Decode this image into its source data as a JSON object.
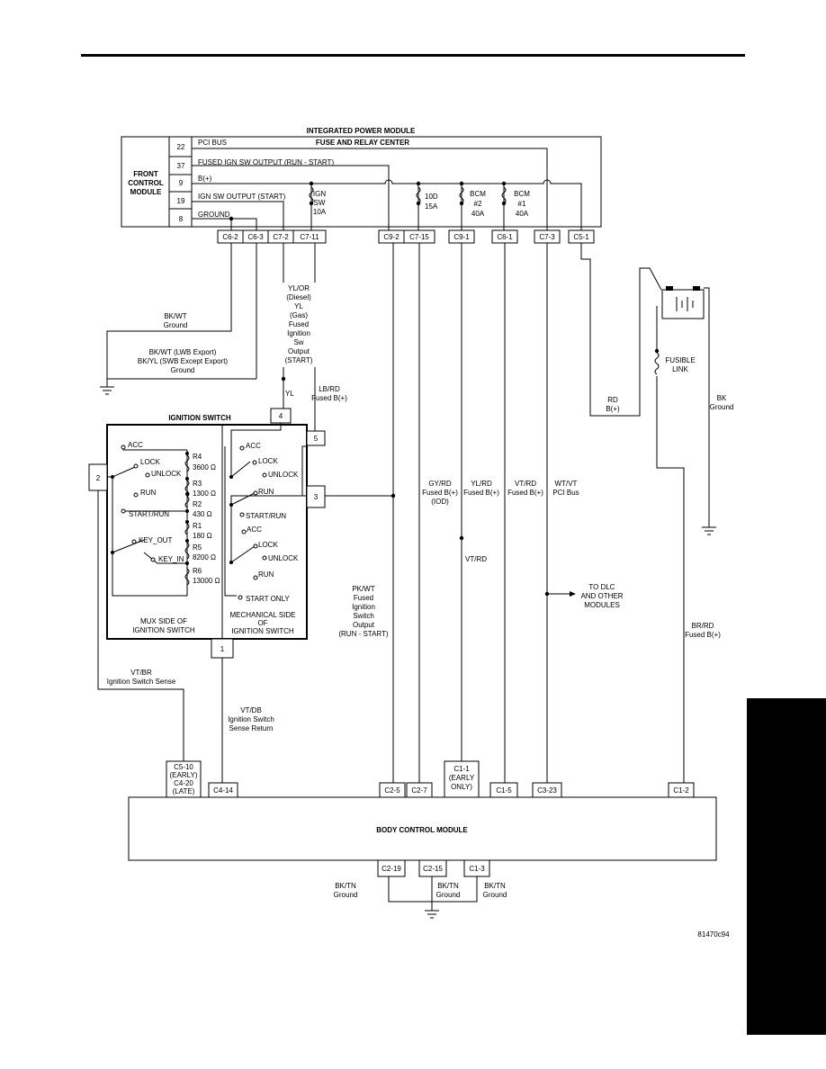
{
  "page": {
    "figure_code": "81470c94"
  },
  "ipm": {
    "title": "INTEGRATED POWER MODULE",
    "frc_title": "FUSE AND RELAY CENTER",
    "fcm_label": [
      "FRONT",
      "CONTROL",
      "MODULE"
    ],
    "pins": [
      {
        "num": "22",
        "label": "PCI BUS"
      },
      {
        "num": "37",
        "label": "FUSED IGN SW OUTPUT (RUN - START)"
      },
      {
        "num": "9",
        "label": "B(+)"
      },
      {
        "num": "19",
        "label": "IGN SW OUTPUT (START)"
      },
      {
        "num": "8",
        "label": "GROUND"
      }
    ],
    "fuses": [
      {
        "lines": [
          "IGN",
          "SW",
          "10A"
        ]
      },
      {
        "lines": [
          "10D",
          "15A"
        ]
      },
      {
        "lines": [
          "BCM",
          "#2",
          "40A"
        ]
      },
      {
        "lines": [
          "BCM",
          "#1",
          "40A"
        ]
      }
    ],
    "connectors": [
      "C6-2",
      "C6-3",
      "C7-2",
      "C7-11",
      "C9-2",
      "C7-15",
      "C9-1",
      "C6-1",
      "C7-3",
      "C5-1"
    ]
  },
  "wires": {
    "c62": [
      "BK/WT",
      "Ground"
    ],
    "c63": [
      "BK/WT (LWB Export)",
      "BK/YL (SWB Except Export)",
      "Ground"
    ],
    "c72": [
      "YL/OR",
      "(Diesel)",
      "YL",
      "(Gas)",
      "Fused",
      "Ignition",
      "Sw",
      "Output",
      "(START)"
    ],
    "yl": "YL",
    "c711": [
      "LB/RD",
      "Fused B(+)"
    ],
    "battery_rd": [
      "RD",
      "B(+)"
    ],
    "battery_bk": [
      "BK",
      "Ground"
    ],
    "fusible_link": [
      "FUSIBLE",
      "LINK"
    ],
    "pkwt": [
      "PK/WT",
      "Fused",
      "Ignition",
      "Switch",
      "Output",
      "(RUN - START)"
    ],
    "gyrd": [
      "GY/RD",
      "Fused B(+)",
      "(IOD)"
    ],
    "ylrd": [
      "YL/RD",
      "Fused B(+)"
    ],
    "vtrd_fused": [
      "VT/RD",
      "Fused B(+)"
    ],
    "wtvt": [
      "WT/VT",
      "PCI Bus"
    ],
    "vtrd": "VT/RD",
    "dlc": [
      "TO DLC",
      "AND OTHER",
      "MODULES"
    ],
    "brrd": [
      "BR/RD",
      "Fused B(+)"
    ],
    "vtbr": [
      "VT/BR",
      "Ignition Switch Sense"
    ],
    "vtdb": [
      "VT/DB",
      "Ignition Switch",
      "Sense Return"
    ]
  },
  "ignition_switch": {
    "title": "IGNITION SWITCH",
    "pins": [
      "2",
      "4",
      "5",
      "3",
      "1"
    ],
    "mux_positions": [
      "ACC",
      "LOCK",
      "UNLOCK",
      "RUN",
      "START/RUN",
      "KEY_OUT",
      "KEY_IN"
    ],
    "resistors": [
      {
        "name": "R4",
        "value": "3600 Ω"
      },
      {
        "name": "R3",
        "value": "1300 Ω"
      },
      {
        "name": "R2",
        "value": "430 Ω"
      },
      {
        "name": "R1",
        "value": "180 Ω"
      },
      {
        "name": "R5",
        "value": "8200 Ω"
      },
      {
        "name": "R6",
        "value": "13000 Ω"
      }
    ],
    "mech_group1": [
      "ACC",
      "LOCK",
      "UNLOCK"
    ],
    "mech_group2": [
      "RUN",
      "START/RUN"
    ],
    "mech_group3": [
      "ACC",
      "LOCK",
      "UNLOCK",
      "RUN"
    ],
    "start_only": "START ONLY",
    "mux_label": [
      "MUX SIDE OF",
      "IGNITION SWITCH"
    ],
    "mech_label": [
      "MECHANICAL SIDE",
      "OF",
      "IGNITION SWITCH"
    ]
  },
  "bcm": {
    "title": "BODY CONTROL MODULE",
    "top_connectors": [
      {
        "lines": [
          "C5-10",
          "(EARLY)",
          "C4-20",
          "(LATE)"
        ]
      },
      {
        "lines": [
          "C4-14"
        ]
      },
      {
        "lines": [
          "C2-5"
        ]
      },
      {
        "lines": [
          "C2-7"
        ]
      },
      {
        "lines": [
          "C1-1",
          "(EARLY",
          "ONLY)"
        ]
      },
      {
        "lines": [
          "C1-5"
        ]
      },
      {
        "lines": [
          "C3-23"
        ]
      },
      {
        "lines": [
          "C1-2"
        ]
      }
    ],
    "bottom_connectors": [
      "C2-19",
      "C2-15",
      "C1-3"
    ],
    "grounds": [
      [
        "BK/TN",
        "Ground"
      ],
      [
        "BK/TN",
        "Ground"
      ],
      [
        "BK/TN",
        "Ground"
      ]
    ]
  }
}
